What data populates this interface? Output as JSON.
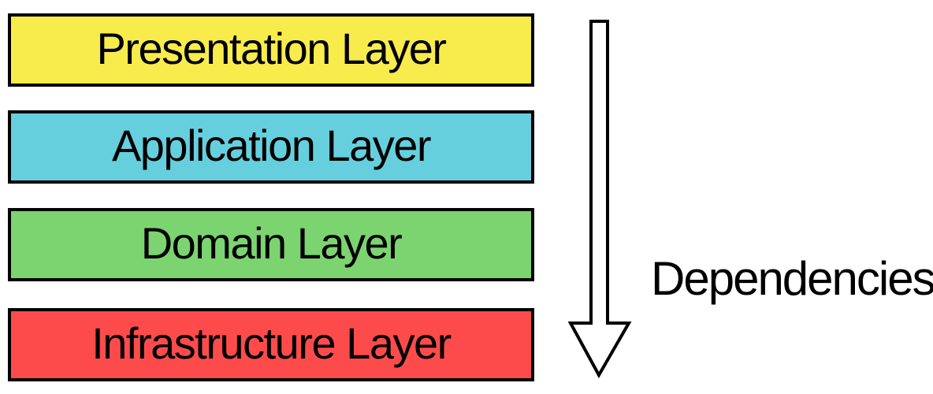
{
  "diagram": {
    "type": "layered-architecture",
    "layers": [
      {
        "id": "presentation",
        "label": "Presentation Layer",
        "fill": "#F8EC4D"
      },
      {
        "id": "application",
        "label": "Application Layer",
        "fill": "#66CFDE"
      },
      {
        "id": "domain",
        "label": "Domain Layer",
        "fill": "#7CD470"
      },
      {
        "id": "infrastructure",
        "label": "Infrastructure Layer",
        "fill": "#FD4B4B"
      }
    ],
    "arrow": {
      "label": "Dependencies",
      "direction": "down",
      "fill": "#FFFFFF",
      "stroke": "#000000"
    },
    "colors": {
      "background": "#FFFFFF",
      "border": "#000000",
      "text": "#000000"
    }
  }
}
